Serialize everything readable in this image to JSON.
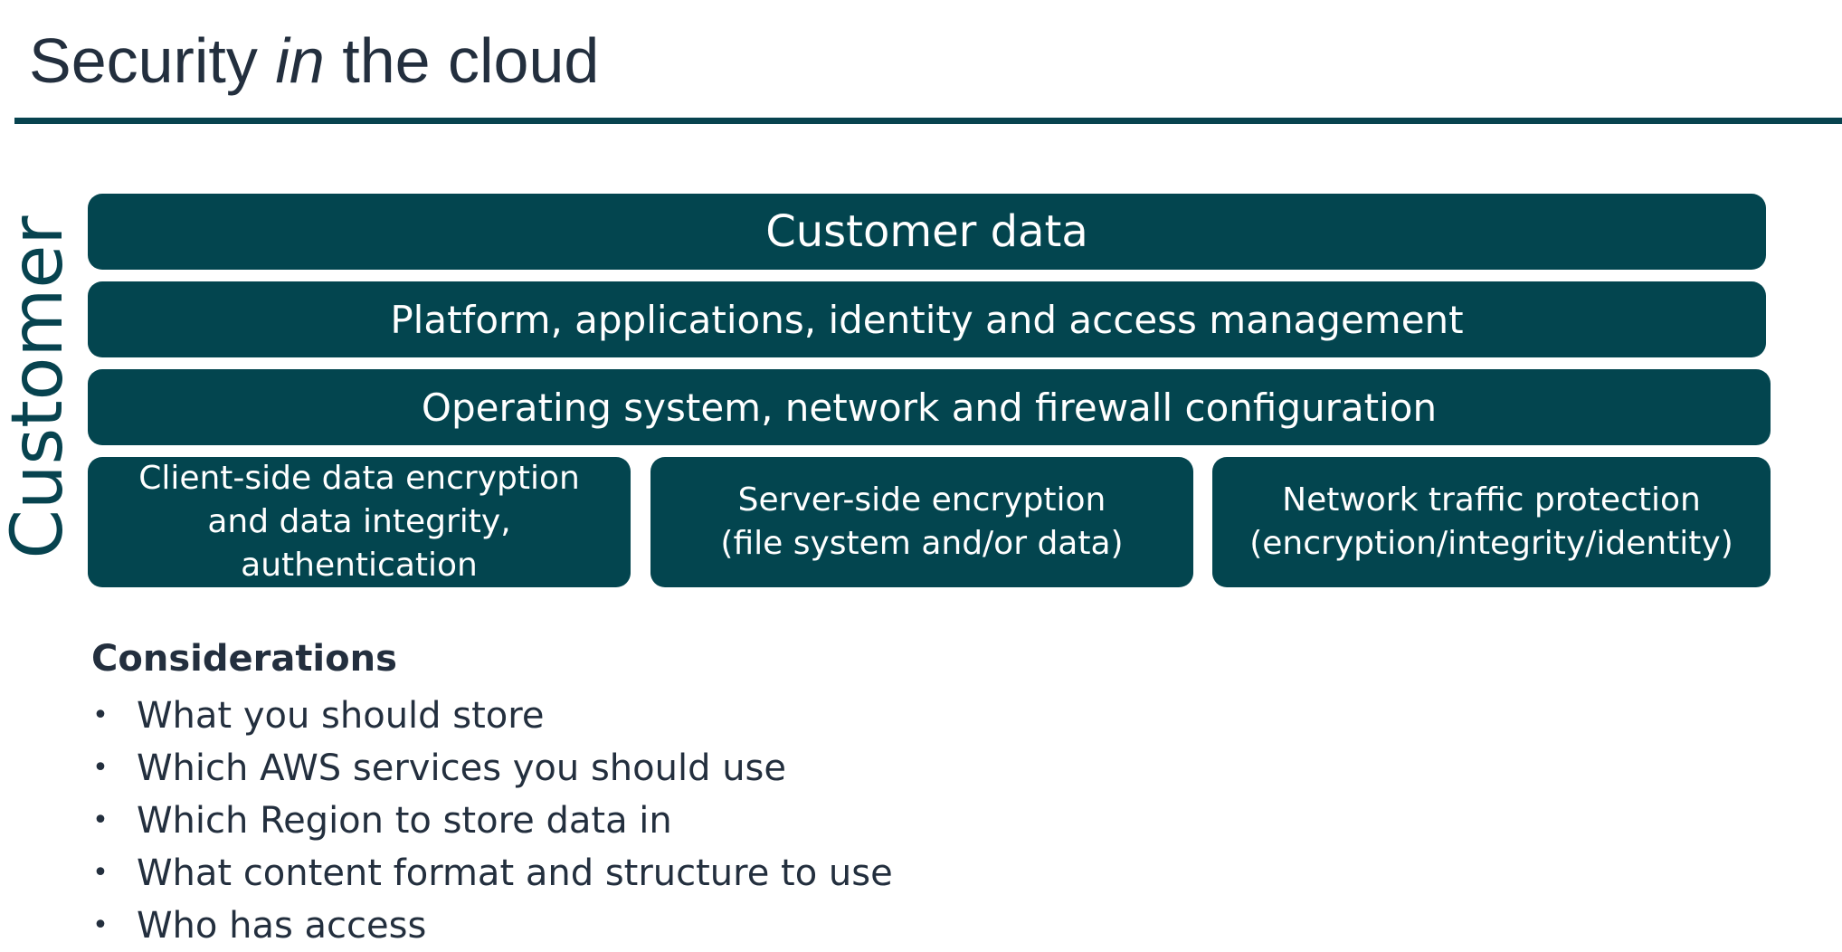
{
  "title": {
    "prefix": "Security ",
    "emphasis": "in",
    "suffix": " the cloud"
  },
  "side_label": "Customer",
  "layers": [
    "Customer data",
    "Platform, applications, identity and access management",
    "Operating system, network and firewall configuration"
  ],
  "boxes": [
    {
      "lines": [
        "Client-side data encryption",
        "and data integrity,",
        "authentication"
      ]
    },
    {
      "lines": [
        "Server-side encryption",
        "(file system and/or data)"
      ]
    },
    {
      "lines": [
        "Network traffic protection",
        "(encryption/integrity/identity)"
      ]
    }
  ],
  "considerations": {
    "heading": "Considerations",
    "items": [
      "What you should store",
      "Which AWS services you should use",
      "Which Region to store data in",
      "What content format and structure to use",
      "Who has access"
    ]
  },
  "colors": {
    "band": "#03454f",
    "rule": "#07434f",
    "title_text": "#232f3e"
  }
}
